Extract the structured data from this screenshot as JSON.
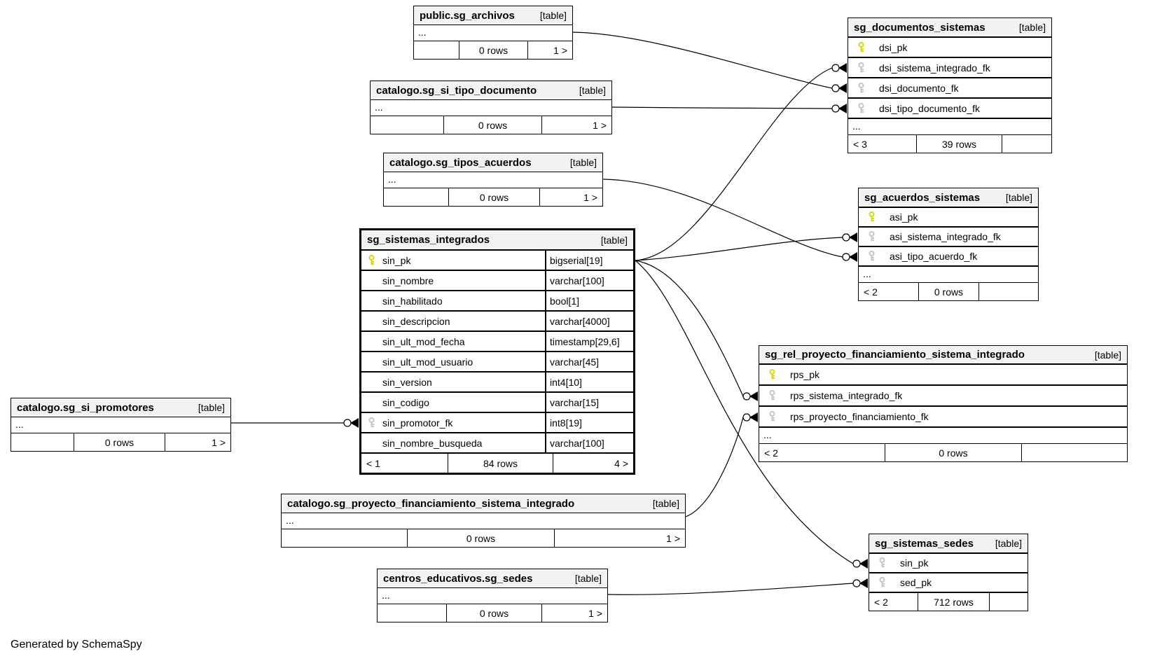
{
  "diagram": {
    "generator_note": "Generated by SchemaSpy",
    "tag": "[table]",
    "colors": {
      "pk_key": "#d9d900",
      "fk_key": "#c6c6c6",
      "header_bg": "#f2f2f2",
      "border": "#000000",
      "line": "#000000",
      "background": "#ffffff"
    },
    "tables": [
      {
        "id": "public.sg_archivos",
        "title": "public.sg_archivos",
        "ellipsis": "...",
        "footer": {
          "left": "",
          "center": "0 rows",
          "right": "1 >"
        }
      },
      {
        "id": "catalogo.sg_si_tipo_documento",
        "title": "catalogo.sg_si_tipo_documento",
        "ellipsis": "...",
        "footer": {
          "left": "",
          "center": "0 rows",
          "right": "1 >"
        }
      },
      {
        "id": "catalogo.sg_tipos_acuerdos",
        "title": "catalogo.sg_tipos_acuerdos",
        "ellipsis": "...",
        "footer": {
          "left": "",
          "center": "0 rows",
          "right": "1 >"
        }
      },
      {
        "id": "sg_sistemas_integrados",
        "title": "sg_sistemas_integrados",
        "columns": [
          {
            "name": "sin_pk",
            "type": "bigserial[19]",
            "key": "pk"
          },
          {
            "name": "sin_nombre",
            "type": "varchar[100]",
            "key": ""
          },
          {
            "name": "sin_habilitado",
            "type": "bool[1]",
            "key": ""
          },
          {
            "name": "sin_descripcion",
            "type": "varchar[4000]",
            "key": ""
          },
          {
            "name": "sin_ult_mod_fecha",
            "type": "timestamp[29,6]",
            "key": ""
          },
          {
            "name": "sin_ult_mod_usuario",
            "type": "varchar[45]",
            "key": ""
          },
          {
            "name": "sin_version",
            "type": "int4[10]",
            "key": ""
          },
          {
            "name": "sin_codigo",
            "type": "varchar[15]",
            "key": ""
          },
          {
            "name": "sin_promotor_fk",
            "type": "int8[19]",
            "key": "fk"
          },
          {
            "name": "sin_nombre_busqueda",
            "type": "varchar[100]",
            "key": ""
          }
        ],
        "footer": {
          "left": "< 1",
          "center": "84 rows",
          "right": "4 >"
        }
      },
      {
        "id": "catalogo.sg_si_promotores",
        "title": "catalogo.sg_si_promotores",
        "ellipsis": "...",
        "footer": {
          "left": "",
          "center": "0 rows",
          "right": "1 >"
        }
      },
      {
        "id": "catalogo.sg_proyecto_financiamiento_sistema_integrado",
        "title": "catalogo.sg_proyecto_financiamiento_sistema_integrado",
        "ellipsis": "...",
        "footer": {
          "left": "",
          "center": "0 rows",
          "right": "1 >"
        }
      },
      {
        "id": "centros_educativos.sg_sedes",
        "title": "centros_educativos.sg_sedes",
        "ellipsis": "...",
        "footer": {
          "left": "",
          "center": "0 rows",
          "right": "1 >"
        }
      },
      {
        "id": "sg_documentos_sistemas",
        "title": "sg_documentos_sistemas",
        "columns": [
          {
            "name": "dsi_pk",
            "key": "pk"
          },
          {
            "name": "dsi_sistema_integrado_fk",
            "key": "fk"
          },
          {
            "name": "dsi_documento_fk",
            "key": "fk"
          },
          {
            "name": "dsi_tipo_documento_fk",
            "key": "fk"
          }
        ],
        "ellipsis": "...",
        "footer": {
          "left": "< 3",
          "center": "39 rows",
          "right": ""
        }
      },
      {
        "id": "sg_acuerdos_sistemas",
        "title": "sg_acuerdos_sistemas",
        "columns": [
          {
            "name": "asi_pk",
            "key": "pk"
          },
          {
            "name": "asi_sistema_integrado_fk",
            "key": "fk"
          },
          {
            "name": "asi_tipo_acuerdo_fk",
            "key": "fk"
          }
        ],
        "ellipsis": "...",
        "footer": {
          "left": "< 2",
          "center": "0 rows",
          "right": ""
        }
      },
      {
        "id": "sg_rel_proyecto_financiamiento_sistema_integrado",
        "title": "sg_rel_proyecto_financiamiento_sistema_integrado",
        "columns": [
          {
            "name": "rps_pk",
            "key": "pk"
          },
          {
            "name": "rps_sistema_integrado_fk",
            "key": "fk"
          },
          {
            "name": "rps_proyecto_financiamiento_fk",
            "key": "fk"
          }
        ],
        "ellipsis": "...",
        "footer": {
          "left": "< 2",
          "center": "0 rows",
          "right": ""
        }
      },
      {
        "id": "sg_sistemas_sedes",
        "title": "sg_sistemas_sedes",
        "columns": [
          {
            "name": "sin_pk",
            "key": "fk"
          },
          {
            "name": "sed_pk",
            "key": "fk"
          }
        ],
        "footer": {
          "left": "< 2",
          "center": "712 rows",
          "right": ""
        }
      }
    ],
    "relationships": [
      {
        "from": "public.sg_archivos",
        "to": "sg_documentos_sistemas.dsi_documento_fk"
      },
      {
        "from": "catalogo.sg_si_tipo_documento",
        "to": "sg_documentos_sistemas.dsi_tipo_documento_fk"
      },
      {
        "from": "sg_sistemas_integrados.sin_pk",
        "to": "sg_documentos_sistemas.dsi_sistema_integrado_fk"
      },
      {
        "from": "catalogo.sg_tipos_acuerdos",
        "to": "sg_acuerdos_sistemas.asi_tipo_acuerdo_fk"
      },
      {
        "from": "sg_sistemas_integrados.sin_pk",
        "to": "sg_acuerdos_sistemas.asi_sistema_integrado_fk"
      },
      {
        "from": "sg_sistemas_integrados.sin_pk",
        "to": "sg_rel_proyecto_financiamiento_sistema_integrado.rps_sistema_integrado_fk"
      },
      {
        "from": "catalogo.sg_proyecto_financiamiento_sistema_integrado",
        "to": "sg_rel_proyecto_financiamiento_sistema_integrado.rps_proyecto_financiamiento_fk"
      },
      {
        "from": "sg_sistemas_integrados.sin_pk",
        "to": "sg_sistemas_sedes.sin_pk"
      },
      {
        "from": "centros_educativos.sg_sedes",
        "to": "sg_sistemas_sedes.sed_pk"
      },
      {
        "from": "catalogo.sg_si_promotores",
        "to": "sg_sistemas_integrados.sin_promotor_fk"
      }
    ]
  }
}
